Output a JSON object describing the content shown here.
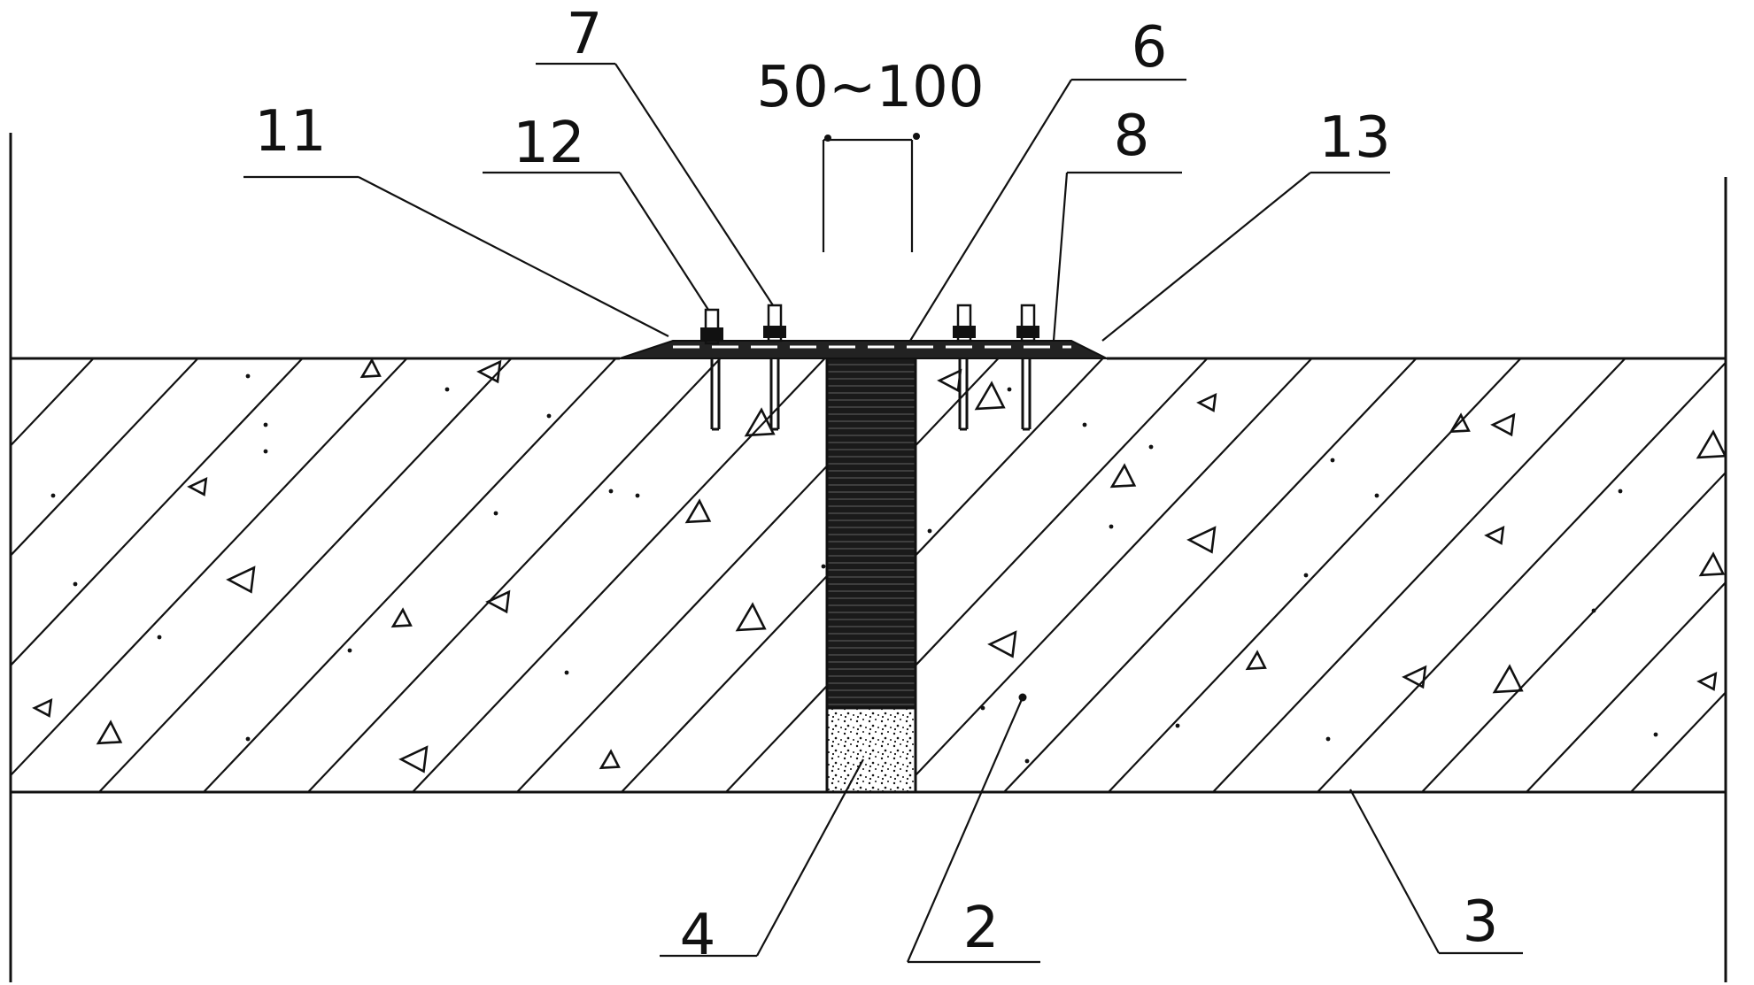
{
  "diagram": {
    "dimension": {
      "label": "50~100"
    },
    "callouts": [
      {
        "id": "c11",
        "label": "11"
      },
      {
        "id": "c12",
        "label": "12"
      },
      {
        "id": "c7",
        "label": "7"
      },
      {
        "id": "c6",
        "label": "6"
      },
      {
        "id": "c8",
        "label": "8"
      },
      {
        "id": "c13",
        "label": "13"
      },
      {
        "id": "c4",
        "label": "4"
      },
      {
        "id": "c2",
        "label": "2"
      },
      {
        "id": "c3",
        "label": "3"
      }
    ],
    "colors": {
      "ink": "#111111",
      "paper": "#ffffff"
    }
  }
}
